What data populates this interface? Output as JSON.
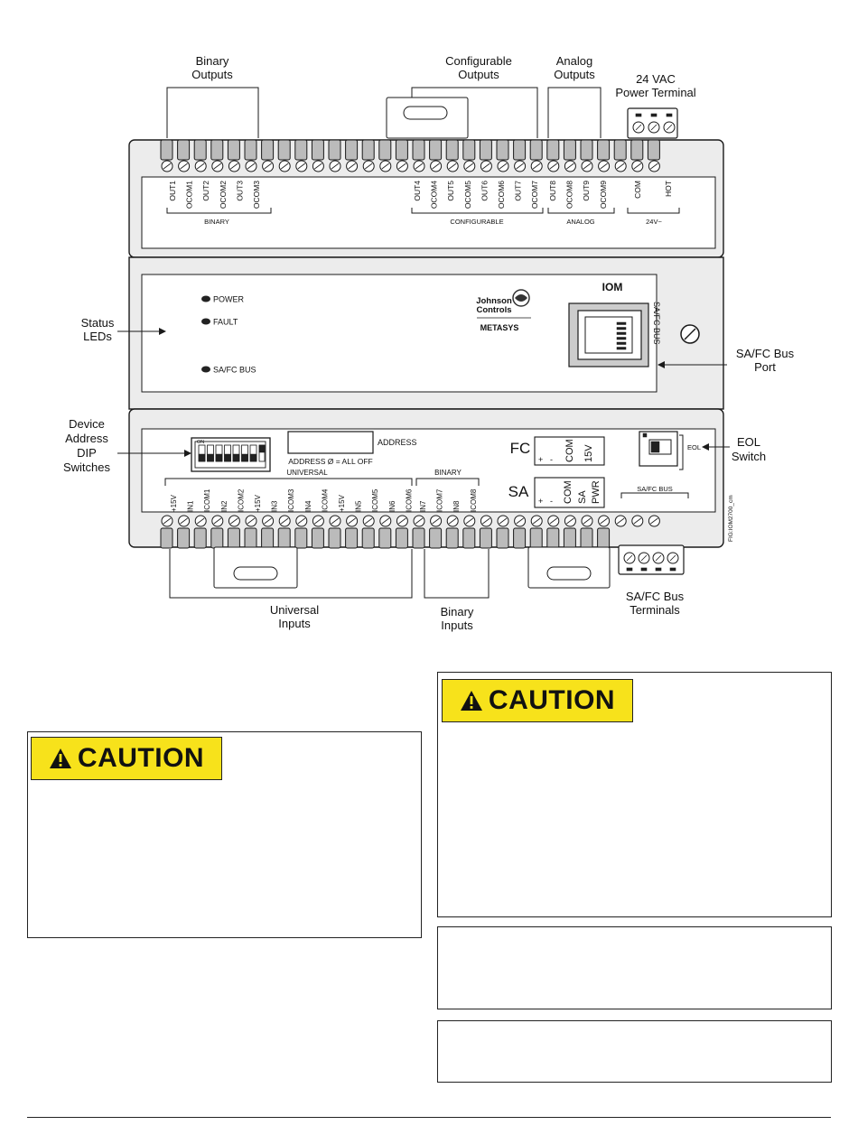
{
  "callouts": {
    "binary_outputs": [
      "Binary",
      "Outputs"
    ],
    "configurable_outputs": [
      "Configurable",
      "Outputs"
    ],
    "analog_outputs": [
      "Analog",
      "Outputs"
    ],
    "power_terminal": [
      "24 VAC",
      "Power Terminal"
    ],
    "status_leds": [
      "Status",
      "LEDs"
    ],
    "bus_port": [
      "SA/FC Bus",
      "Port"
    ],
    "dip_switches": [
      "Device",
      "Address",
      "DIP",
      "Switches"
    ],
    "eol_switch": [
      "EOL",
      "Switch"
    ],
    "universal_inputs": [
      "Universal",
      "Inputs"
    ],
    "binary_inputs": [
      "Binary",
      "Inputs"
    ],
    "bus_terminals": [
      "SA/FC Bus",
      "Terminals"
    ]
  },
  "top_terminals": {
    "binary": [
      "OUT1",
      "OCOM1",
      "OUT2",
      "OCOM2",
      "OUT3",
      "OCOM3"
    ],
    "configurable": [
      "OUT4",
      "OCOM4",
      "OUT5",
      "OCOM5",
      "OUT6",
      "OCOM6",
      "OUT7",
      "OCOM7"
    ],
    "analog": [
      "OUT8",
      "OCOM8",
      "OUT9",
      "OCOM9"
    ],
    "power": [
      "COM",
      "HOT"
    ],
    "group_binary": "BINARY",
    "group_configurable": "CONFIGURABLE",
    "group_analog": "ANALOG",
    "group_power": "24V~"
  },
  "leds": [
    "POWER",
    "FAULT",
    "SA/FC BUS"
  ],
  "brand": {
    "name_line1": "Johnson",
    "name_line2": "Controls",
    "product": "METASYS",
    "model": "IOM",
    "bus_label": "SA/FC BUS"
  },
  "address": {
    "label": "ADDRESS",
    "hint": "ADDRESS Ø = ALL OFF",
    "dip_on": "ON"
  },
  "bottom_terminals": {
    "universal_title": "UNIVERSAL",
    "binary_title": "BINARY",
    "universal": [
      "+15V",
      "IN1",
      "ICOM1",
      "IN2",
      "ICOM2",
      "+15V",
      "IN3",
      "ICOM3",
      "IN4",
      "ICOM4",
      "+15V",
      "IN5",
      "ICOM5",
      "IN6",
      "ICOM6"
    ],
    "binary": [
      "IN7",
      "ICOM7",
      "IN8",
      "ICOM8"
    ],
    "fc": {
      "title": "FC",
      "labels": [
        "+",
        "-",
        "COM",
        "15V"
      ]
    },
    "sa": {
      "title": "SA",
      "labels": [
        "+",
        "-",
        "COM",
        "SA",
        "PWR"
      ]
    },
    "bus_group": "SA/FC BUS",
    "eol": "EOL"
  },
  "figure_code": "FIG:IOM2700_cm",
  "caution_text": "CAUTION",
  "colors": {
    "caution_yellow": "#f7e21b",
    "module_gray": "#ececec",
    "line": "#1a1a1a"
  }
}
